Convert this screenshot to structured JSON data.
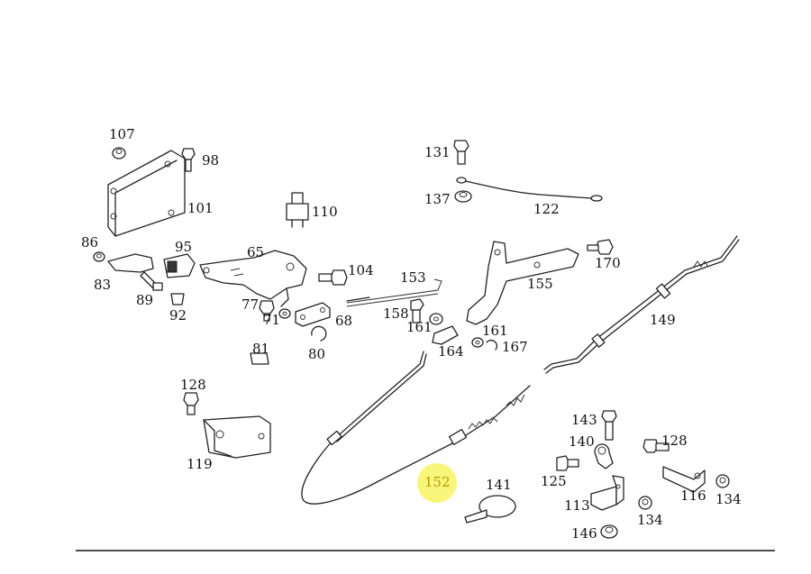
{
  "highlight": {
    "part": "152",
    "color": "#f4f24e"
  },
  "labels": {
    "l107": "107",
    "l98": "98",
    "l101": "101",
    "l110": "110",
    "l86": "86",
    "l95": "95",
    "l65": "65",
    "l104": "104",
    "l83": "83",
    "l89": "89",
    "l92": "92",
    "l77": "77",
    "l71": "71",
    "l68": "68",
    "l80": "80",
    "l81": "81",
    "l131": "131",
    "l137": "137",
    "l122": "122",
    "l170": "170",
    "l153": "153",
    "l158": "158",
    "l161a": "161",
    "l164": "164",
    "l161b": "161",
    "l167": "167",
    "l155": "155",
    "l149": "149",
    "l128a": "128",
    "l119": "119",
    "l152": "152",
    "l141": "141",
    "l143": "143",
    "l140": "140",
    "l128b": "128",
    "l125": "125",
    "l113": "113",
    "l116": "116",
    "l134a": "134",
    "l134b": "134",
    "l146": "146"
  }
}
